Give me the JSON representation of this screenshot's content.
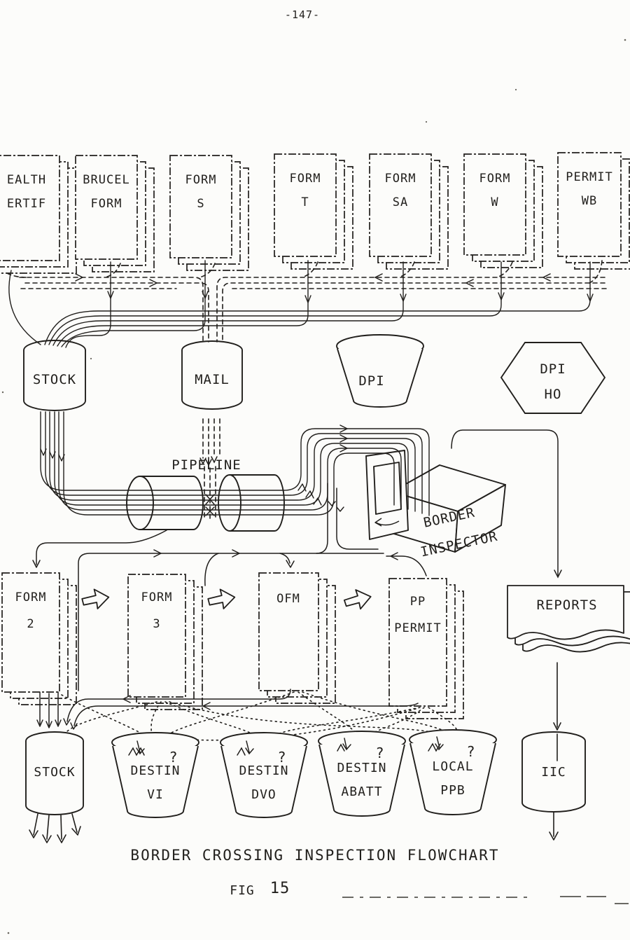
{
  "page": {
    "page_number": "-147-",
    "title": "BORDER CROSSING INSPECTION FLOWCHART",
    "figure_label": "FIG",
    "figure_number": "15"
  },
  "top_forms": [
    {
      "line1": "EALTH",
      "line2": "ERTIF"
    },
    {
      "line1": "BRUCEL",
      "line2": "FORM"
    },
    {
      "line1": "FORM",
      "line2": "S"
    },
    {
      "line1": "FORM",
      "line2": "T"
    },
    {
      "line1": "FORM",
      "line2": "SA"
    },
    {
      "line1": "FORM",
      "line2": "W"
    },
    {
      "line1": "PERMIT",
      "line2": "WB"
    }
  ],
  "stores": {
    "stock_top": "STOCK",
    "mail": "MAIL",
    "dpi": "DPI",
    "dpi_ho_line1": "DPI",
    "dpi_ho_line2": "HO",
    "pipeline": "PIPELINE"
  },
  "inspector": {
    "line1": "BORDER",
    "line2": "INSPECTOR"
  },
  "mid_forms": [
    {
      "line1": "FORM",
      "line2": "2"
    },
    {
      "line1": "FORM",
      "line2": "3"
    },
    {
      "line1": "OFM",
      "line2": ""
    },
    {
      "line1": "PP",
      "line2": "PERMIT"
    }
  ],
  "reports_label": "REPORTS",
  "bottom": {
    "stock": "STOCK",
    "buckets": [
      {
        "line1": "DESTIN",
        "line2": "VI"
      },
      {
        "line1": "DESTIN",
        "line2": "DVO"
      },
      {
        "line1": "DESTIN",
        "line2": "ABATT"
      },
      {
        "line1": "LOCAL",
        "line2": "PPB"
      }
    ],
    "iic": "IIC",
    "question_mark": "?"
  },
  "ink_color": "#211f1c"
}
